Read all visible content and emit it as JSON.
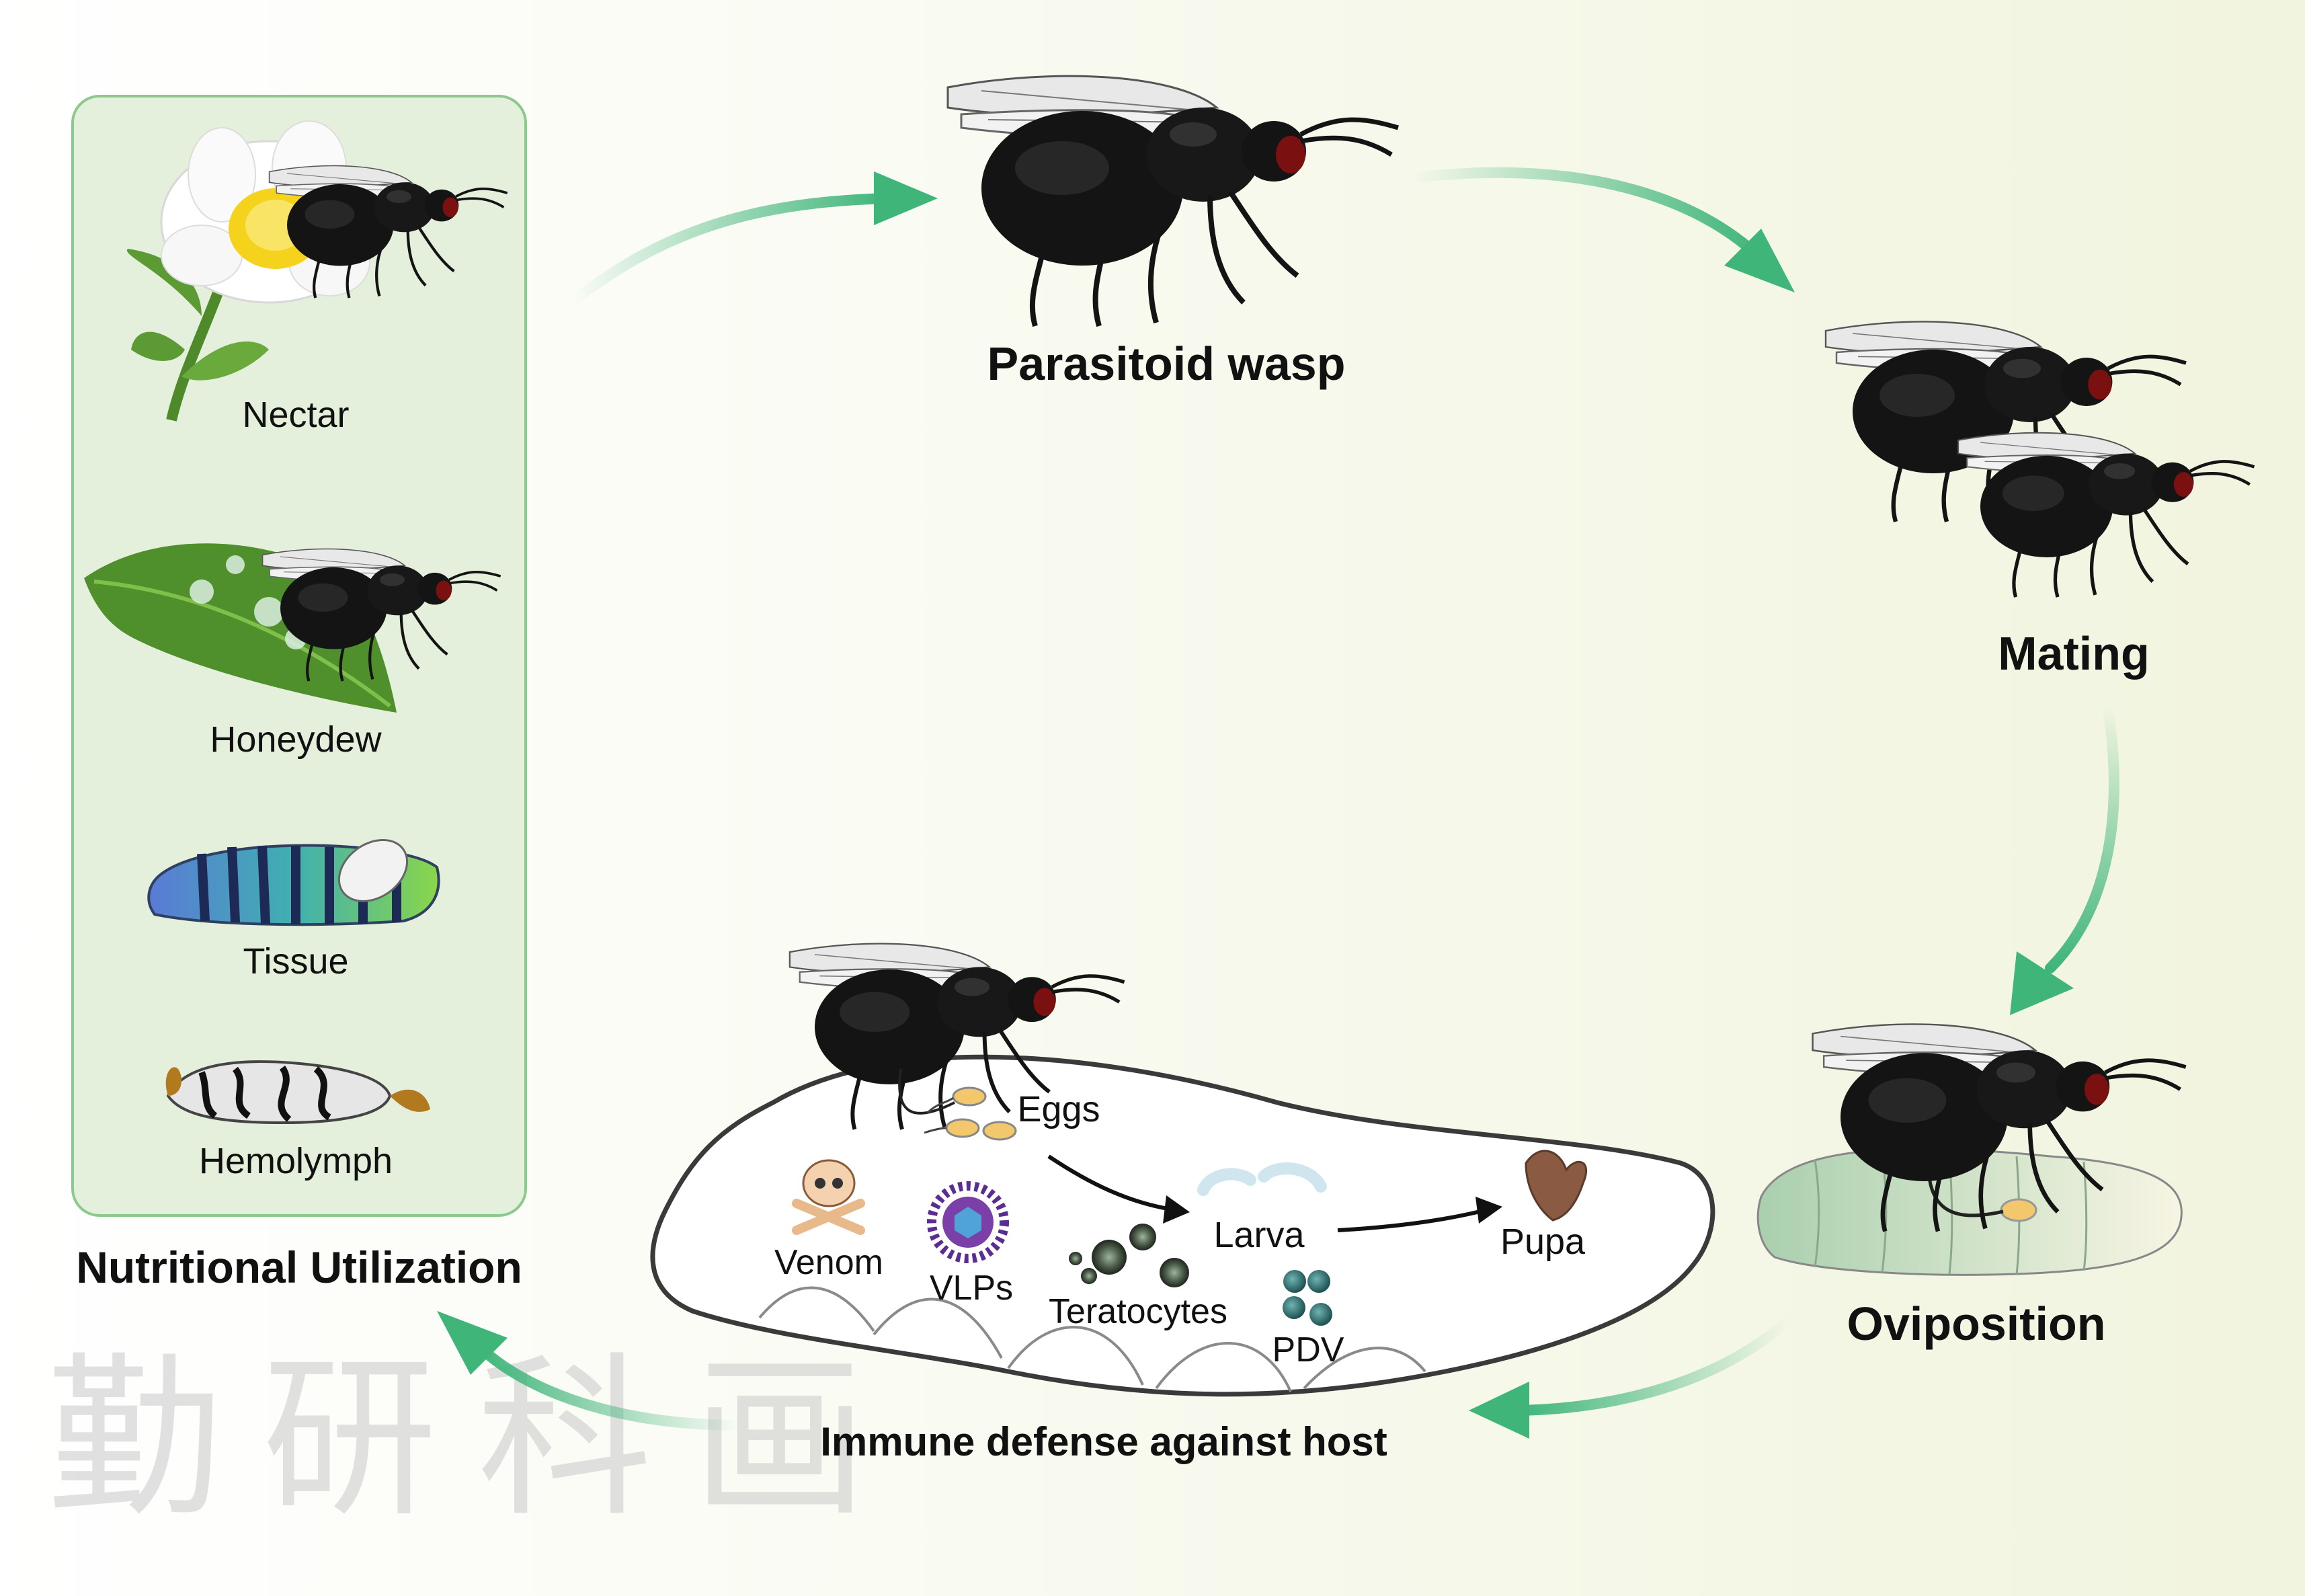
{
  "colors": {
    "background_start": "#ffffff",
    "background_end": "#f1f4de",
    "panel_fill": "#e4f0db",
    "panel_stroke": "#8cc98c",
    "arrow_green": "#3fb57a",
    "wasp_body": "#141414",
    "wasp_eye": "#7a1010",
    "host_outline": "#3a3a3a",
    "egg_fill": "#f3c86c",
    "pdv_fill": "#2f6d6d",
    "vlp_ring": "#5c2d91"
  },
  "food_sources": {
    "nectar": "Nectar",
    "honeydew": "Honeydew",
    "tissue": "Tissue",
    "hemolymph": "Hemolymph"
  },
  "stages": {
    "nutrition": "Nutritional Utilization",
    "wasp": "Parasitoid wasp",
    "mating": "Mating",
    "oviposition": "Oviposition",
    "immune": "Immune defense against host"
  },
  "host_labels": {
    "eggs": "Eggs",
    "larva": "Larva",
    "pupa": "Pupa",
    "venom": "Venom",
    "vlps": "VLPs",
    "teratocytes": "Teratocytes",
    "pdv": "PDV"
  },
  "icons": [
    "flower-icon",
    "leaf-icon",
    "caterpillar-icon",
    "hemolymph-icon",
    "wasp-icon",
    "mating-wasps-icon",
    "skull-icon",
    "virus-icon",
    "pupa-icon"
  ],
  "watermark": "勤研科画"
}
